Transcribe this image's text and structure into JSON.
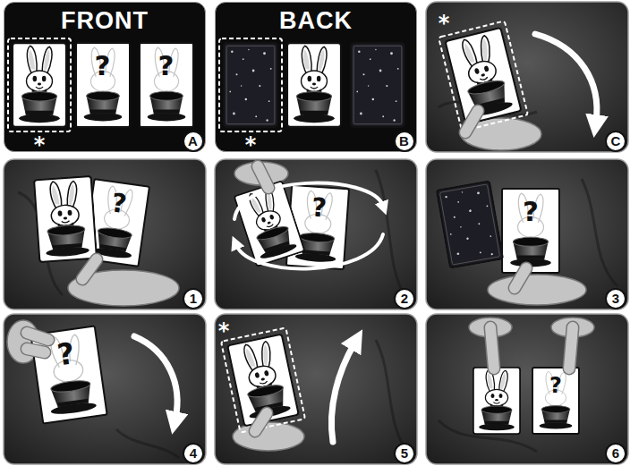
{
  "diagram": {
    "nodes": [
      {
        "text": [
          "FRONT"
        ]
      },
      {
        "text": [
          "?"
        ],
        "in": 0
      },
      {
        "text": [
          "?"
        ],
        "in": 0
      },
      {
        "text": [
          "A"
        ],
        "in": 0
      },
      {
        "text": [
          "BACK"
        ]
      },
      {
        "text": [
          "B"
        ],
        "in": 4
      },
      {
        "text": [
          "C"
        ]
      },
      {
        "text": [
          "?"
        ]
      },
      {
        "text": [
          "1"
        ]
      },
      {
        "text": [
          "?"
        ]
      },
      {
        "text": [
          "2"
        ]
      },
      {
        "text": [
          "?"
        ]
      },
      {
        "text": [
          "3"
        ]
      },
      {
        "text": [
          "?"
        ]
      },
      {
        "text": [
          "4"
        ]
      },
      {
        "text": [
          "5"
        ]
      },
      {
        "text": [
          "?"
        ]
      },
      {
        "text": [
          "6"
        ]
      }
    ],
    "labels": [
      "*",
      "*",
      "*",
      "*"
    ]
  }
}
